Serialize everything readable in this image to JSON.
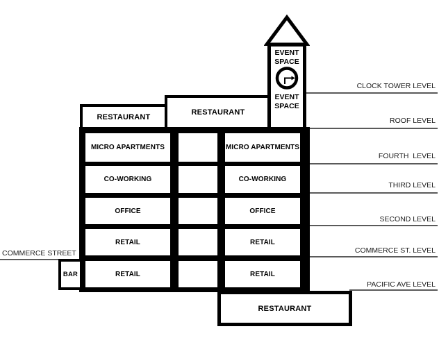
{
  "building": {
    "tower": {
      "top_room": "EVENT SPACE",
      "bottom_room": "EVENT SPACE"
    },
    "roof_boxes": [
      "RESTAURANT",
      "RESTAURANT"
    ],
    "floors": [
      {
        "left": "MICRO APARTMENTS",
        "middle": "",
        "right": "MICRO APARTMENTS"
      },
      {
        "left": "CO-WORKING",
        "middle": "",
        "right": "CO-WORKING"
      },
      {
        "left": "OFFICE",
        "middle": "",
        "right": "OFFICE"
      },
      {
        "left": "RETAIL",
        "middle": "",
        "right": "RETAIL"
      },
      {
        "left": "RETAIL",
        "middle": "",
        "right": "RETAIL"
      }
    ],
    "bar_box": "BAR",
    "ground_box": "RESTAURANT"
  },
  "street": {
    "label": "COMMERCE STREET"
  },
  "levels": [
    {
      "label": "CLOCK TOWER LEVEL"
    },
    {
      "label": "ROOF LEVEL"
    },
    {
      "label": "FOURTH  LEVEL"
    },
    {
      "label": "THIRD LEVEL"
    },
    {
      "label": "SECOND LEVEL"
    },
    {
      "label": "COMMERCE ST. LEVEL"
    },
    {
      "label": "PACIFIC AVE LEVEL"
    }
  ],
  "icons": {
    "clock": "clock-face-with-elbow-arrow"
  },
  "colors": {
    "structure": "#000000",
    "marker_line": "#5a5a5a",
    "background": "#ffffff",
    "text": "#1a1a1a"
  }
}
